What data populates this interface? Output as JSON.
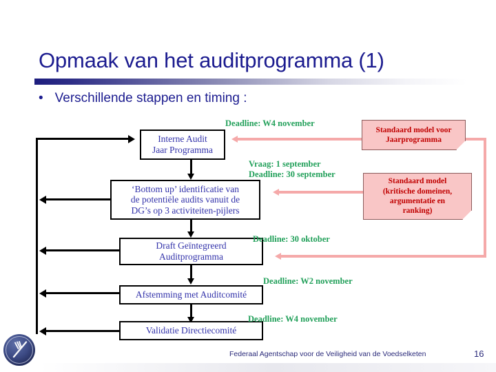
{
  "slide": {
    "title": "Opmaak van het auditprogramma (1)",
    "bullet_marker": "•",
    "bullet_text": "Verschillende stappen en timing :",
    "page_number": "16",
    "footer": "Federaal Agentschap voor de Veiligheid van de Voedselketen",
    "accent_color": "#1b1b8f",
    "box_text_color": "#3333aa",
    "deadline_color": "#22a05a",
    "note_fill_color": "#f9c6c6",
    "note_text_color": "#c00000",
    "pink_arrow_color": "#f5a9a9"
  },
  "flow_boxes": [
    {
      "id": "interne-audit",
      "lines": [
        "Interne Audit",
        "Jaar Programma"
      ]
    },
    {
      "id": "bottom-up",
      "lines": [
        "‘Bottom up’ identificatie van",
        "de potentiële audits vanuit de",
        "DG’s op 3 activiteiten-pijlers"
      ]
    },
    {
      "id": "draft-geintegreerd",
      "lines": [
        "Draft Geïntegreerd",
        "Auditprogramma"
      ]
    },
    {
      "id": "afstemming",
      "lines": [
        "Afstemming met Auditcomité"
      ]
    },
    {
      "id": "validatie",
      "lines": [
        "Validatie Directiecomité"
      ]
    }
  ],
  "notes": [
    {
      "id": "standaard-model-jaarprogramma",
      "lines": [
        "Standaard model voor",
        "Jaarprogramma"
      ]
    },
    {
      "id": "standaard-model-kritische-domeinen",
      "lines": [
        "Standaard model",
        "(kritische domeinen,",
        "argumentatie en",
        "ranking)"
      ]
    }
  ],
  "deadlines": [
    {
      "id": "deadline-w4-november-top",
      "lines": [
        "Deadline: W4 november"
      ]
    },
    {
      "id": "vraag-deadline-september",
      "lines": [
        "Vraag:  1 september",
        "Deadline: 30 september"
      ]
    },
    {
      "id": "deadline-30-oktober",
      "lines": [
        "Deadline: 30 oktober"
      ]
    },
    {
      "id": "deadline-w2-november",
      "lines": [
        "Deadline:  W2 november"
      ]
    },
    {
      "id": "deadline-w4-november-bottom",
      "lines": [
        "Deadline:  W4 november"
      ]
    }
  ],
  "icons": {
    "logo": "fork-knife-circle-logo"
  }
}
